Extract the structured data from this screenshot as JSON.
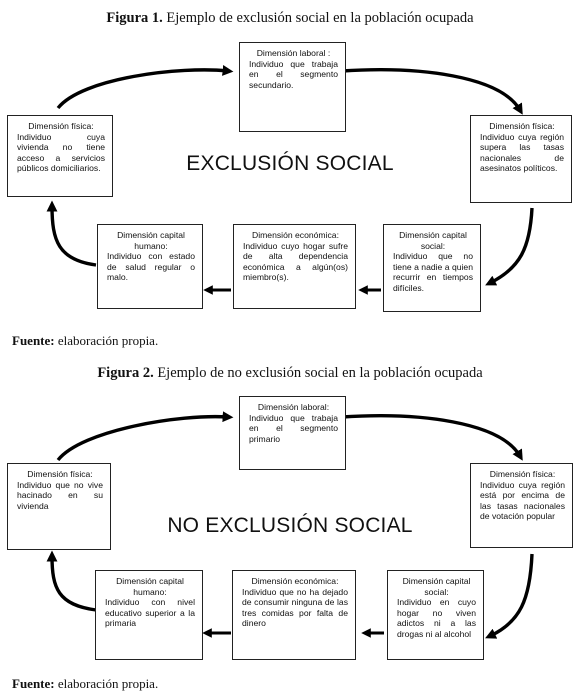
{
  "figure1": {
    "label": "Figura 1.",
    "title": "Ejemplo de exclusión social en la población ocupada",
    "center_label": "EXCLUSIÓN SOCIAL",
    "source_label": "Fuente:",
    "source_text": "elaboración propia.",
    "boxes": {
      "laboral": {
        "head": "Dimensión laboral :",
        "body": "Individuo que trabaja en el segmento secundario."
      },
      "fisica_l": {
        "head": "Dimensión física:",
        "body": "Individuo cuya vivienda no tiene acceso a servicios públicos domiciliarios."
      },
      "fisica_r": {
        "head": "Dimensión física:",
        "body": "Individuo cuya región supera las tasas nacionales de asesinatos políticos."
      },
      "capital_h": {
        "head": "Dimensión capital humano:",
        "body": "Individuo con estado de salud regular o malo."
      },
      "economica": {
        "head": "Dimensión económica:",
        "body": "Individuo cuyo hogar sufre de alta dependencia económica a algún(os) miembro(s)."
      },
      "capital_s": {
        "head": "Dimensión capital social:",
        "body": "Individuo que no tiene a nadie a quien recurrir en tiempos difíciles."
      }
    }
  },
  "figure2": {
    "label": "Figura 2.",
    "title": "Ejemplo de no exclusión social en la población ocupada",
    "center_label": "NO EXCLUSIÓN SOCIAL",
    "source_label": "Fuente:",
    "source_text": "elaboración propia.",
    "boxes": {
      "laboral": {
        "head": "Dimensión laboral:",
        "body": "Individuo que trabaja en el segmento primario"
      },
      "fisica_l": {
        "head": "Dimensión física:",
        "body": "Individuo que no vive hacinado en su vivienda"
      },
      "fisica_r": {
        "head": "Dimensión física:",
        "body": "Individuo cuya región está por encima de las tasas nacionales de votación popular"
      },
      "capital_h": {
        "head": "Dimensión capital humano:",
        "body": "Individuo con nivel educativo superior a la primaria"
      },
      "economica": {
        "head": "Dimensión económica:",
        "body": "Individuo que no ha dejado de consumir ninguna de las tres comidas por falta de dinero"
      },
      "capital_s": {
        "head": "Dimensión capital social:",
        "body": "Individuo en cuyo hogar no viven adictos ni a las drogas ni al alcohol"
      }
    }
  }
}
